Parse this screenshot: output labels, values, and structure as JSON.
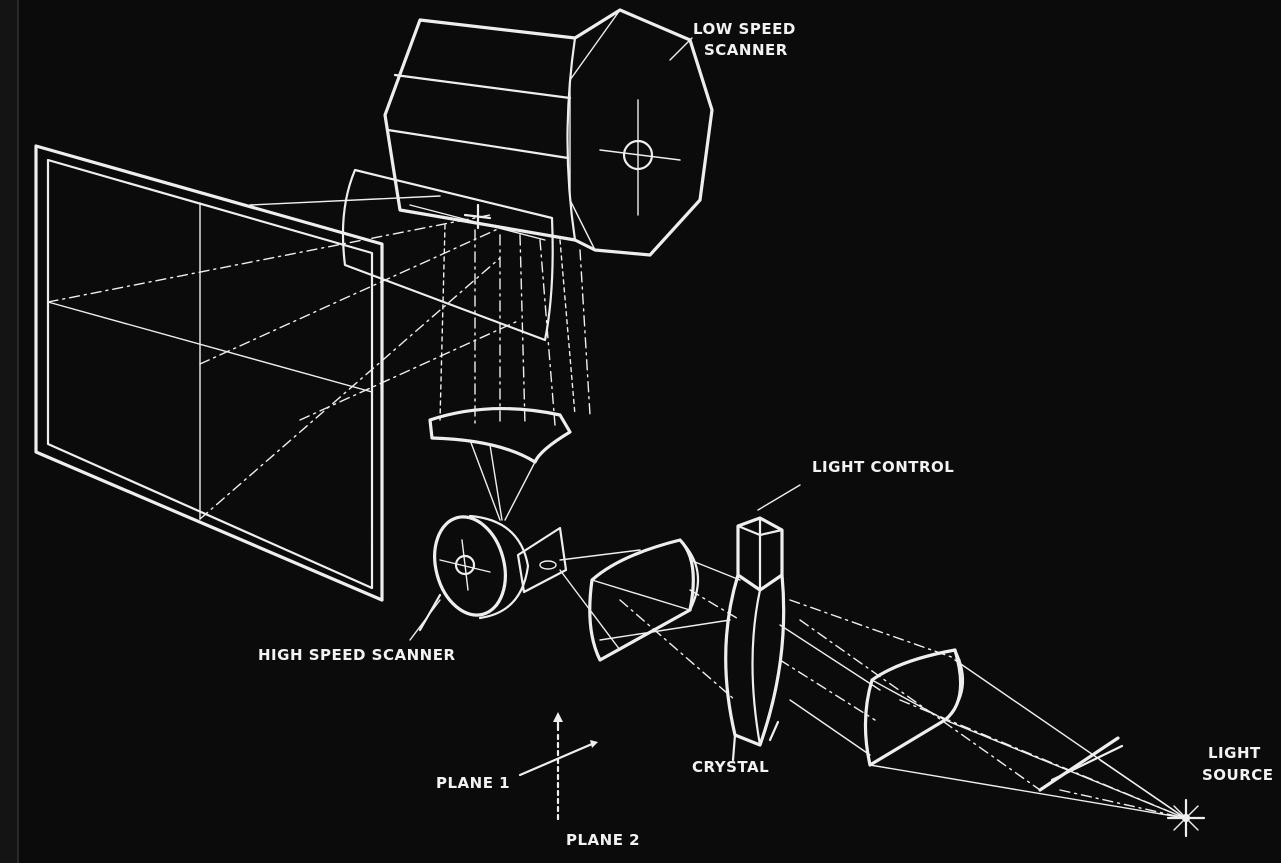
{
  "labels": {
    "low_speed_scanner_line1": "LOW SPEED",
    "low_speed_scanner_line2": "SCANNER",
    "light_control": "LIGHT CONTROL",
    "high_speed_scanner": "HIGH SPEED SCANNER",
    "crystal": "CRYSTAL",
    "light_source_line1": "LIGHT",
    "light_source_line2": "SOURCE",
    "plane_1": "PLANE 1",
    "plane_2": "PLANE 2"
  },
  "colors": {
    "background": "#0b0b0b",
    "line": "#eeeeee"
  }
}
